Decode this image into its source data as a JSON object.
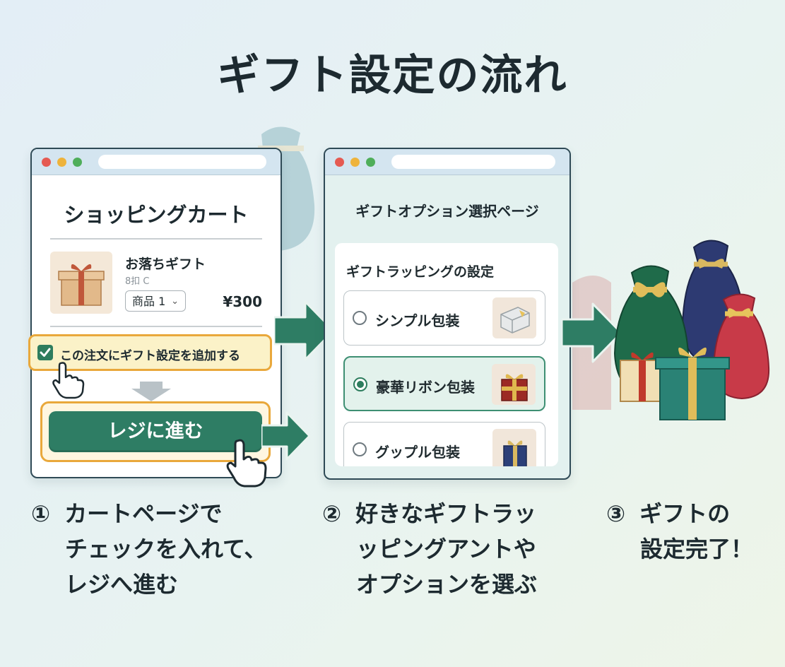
{
  "title": "ギフト設定の流れ",
  "step1": {
    "window_title": "ショッピングカート",
    "product": {
      "name": "お落ちギフト",
      "sub": "8扣 C",
      "quantity_select": "商品 1",
      "price": "¥300"
    },
    "gift_checkbox_label": "この注文にギフト設定を追加する",
    "gift_checkbox_checked": true,
    "checkout_button": "レジに進む"
  },
  "step2": {
    "window_title": "ギフトオプション選択ページ",
    "wrapping_heading": "ギフトラッピングの設定",
    "options": [
      {
        "label": "シンプル包装",
        "selected": false
      },
      {
        "label": "豪華リボン包装",
        "selected": true
      },
      {
        "label": "グップル包装",
        "selected": false
      }
    ]
  },
  "captions": {
    "step1": {
      "num": "①",
      "lines": [
        "カートページで",
        "チェックを入れて、",
        "レジへ進む"
      ]
    },
    "step2": {
      "num": "②",
      "lines": [
        "好きなギフトラッ",
        "ッピングアントや",
        "オプションを選ぶ"
      ]
    },
    "step3": {
      "num": "③",
      "lines": [
        "ギフトの",
        "設定完了！"
      ]
    }
  },
  "colors": {
    "accent_green": "#2e7d64",
    "highlight_orange": "#e9a83b",
    "highlight_fill": "#fbf2c8"
  }
}
